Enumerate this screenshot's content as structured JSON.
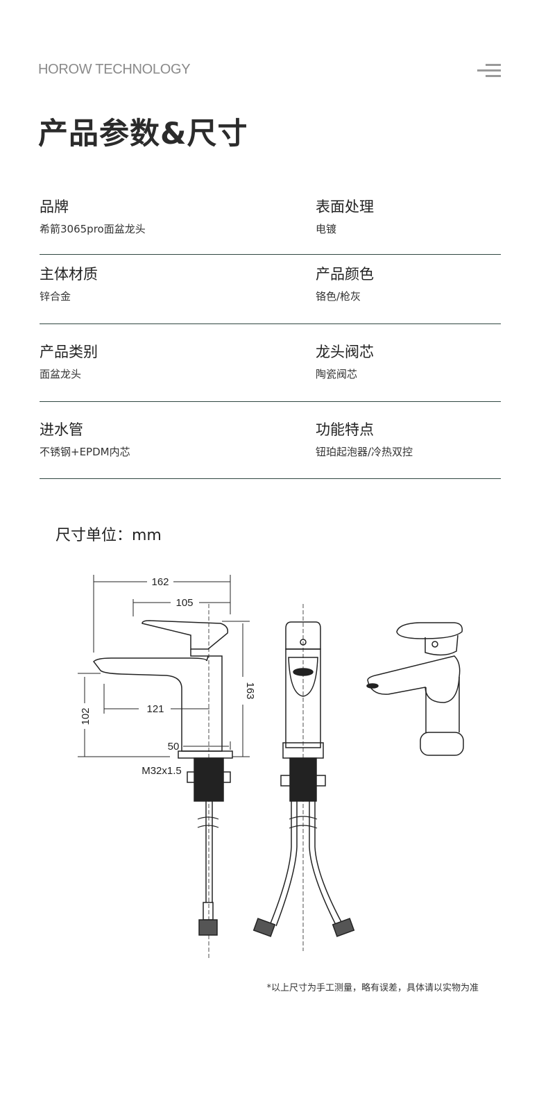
{
  "header": {
    "brand": "HOROW TECHNOLOGY",
    "menu_icon": "menu-lines-icon"
  },
  "title": "产品参数&尺寸",
  "specs": [
    {
      "left": {
        "label": "品牌",
        "value": "希箭3065pro面盆龙头"
      },
      "right": {
        "label": "表面处理",
        "value": "电镀"
      }
    },
    {
      "left": {
        "label": "主体材质",
        "value": "锌合金"
      },
      "right": {
        "label": "产品颜色",
        "value": "铬色/枪灰"
      }
    },
    {
      "left": {
        "label": "产品类别",
        "value": "面盆龙头"
      },
      "right": {
        "label": "龙头阀芯",
        "value": "陶瓷阀芯"
      }
    },
    {
      "left": {
        "label": "进水管",
        "value": "不锈钢+EPDM内芯"
      },
      "right": {
        "label": "功能特点",
        "value": "钮珀起泡器/冷热双控"
      }
    }
  ],
  "dimensions": {
    "unit_label": "尺寸单位：mm",
    "total_length": "162",
    "body_to_handle": "105",
    "spout_reach": "121",
    "spout_height": "102",
    "total_height": "163",
    "base_diameter": "50",
    "thread": "M32x1.5"
  },
  "footnote": "*以上尺寸为手工测量，略有误差，具体请以实物为准"
}
